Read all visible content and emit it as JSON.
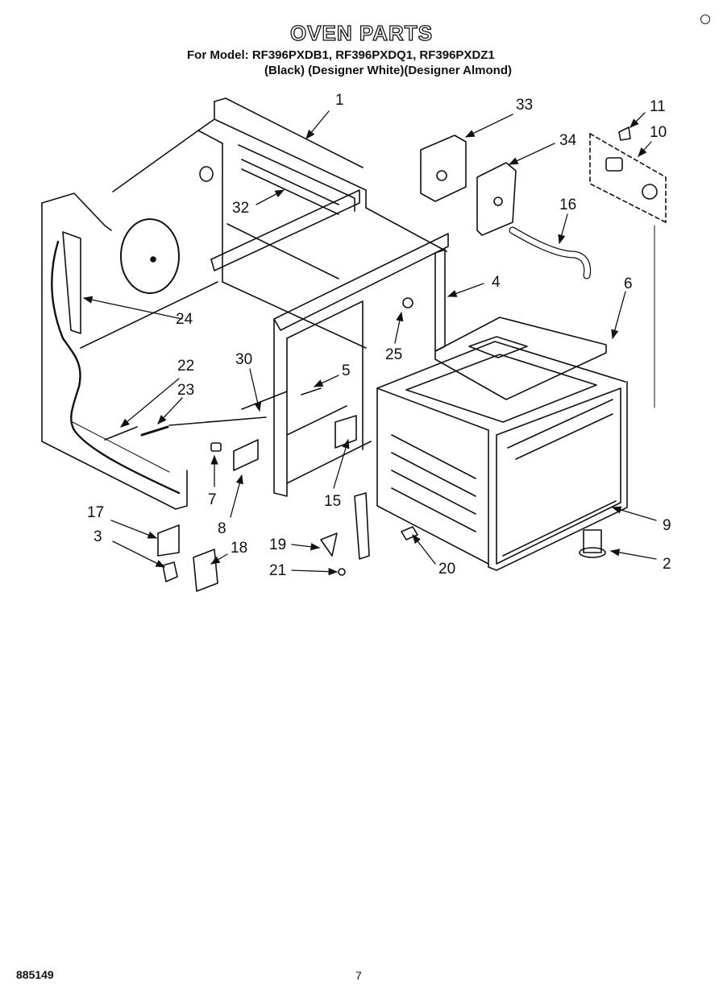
{
  "header": {
    "title": "OVEN PARTS",
    "model_line": "For Model: RF396PXDB1, RF396PXDQ1, RF396PXDZ1",
    "color_line": "(Black)   (Designer White)(Designer Almond)"
  },
  "callouts": {
    "c1": "1",
    "c2": "2",
    "c3": "3",
    "c4": "4",
    "c5": "5",
    "c6": "6",
    "c7": "7",
    "c8": "8",
    "c9": "9",
    "c10": "10",
    "c11": "11",
    "c15": "15",
    "c16": "16",
    "c17": "17",
    "c18": "18",
    "c19": "19",
    "c20": "20",
    "c21": "21",
    "c22": "22",
    "c23": "23",
    "c24": "24",
    "c25": "25",
    "c30": "30",
    "c32": "32",
    "c33": "33",
    "c34": "34"
  },
  "footer": {
    "doc_id": "885149",
    "page": "7"
  },
  "colors": {
    "ink": "#111111",
    "paper": "#ffffff"
  }
}
